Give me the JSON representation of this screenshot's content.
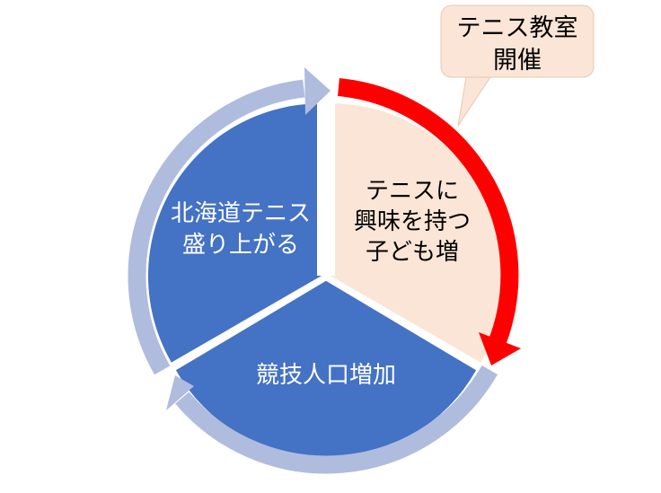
{
  "callout": {
    "line1": "テニス教室",
    "line2": "開催"
  },
  "segments": [
    {
      "id": "right",
      "lines": [
        "テニスに",
        "興味を持つ",
        "子ども増"
      ]
    },
    {
      "id": "bottom",
      "lines": [
        "競技人口増加"
      ]
    },
    {
      "id": "left",
      "lines": [
        "北海道テニス",
        "盛り上がる"
      ]
    }
  ],
  "colors": {
    "segment_highlight": "#FBE5D6",
    "segment_blue": "#4472C4",
    "arrow_light": "#AFBCDE",
    "arrow_red": "#FF0000",
    "callout_fill": "#FBE5D6",
    "callout_stroke": "#E8C8B0",
    "text_dark": "#000000",
    "text_light": "#FFFFFF"
  },
  "icons": {
    "cycle_arrow": "curved-arrow-icon",
    "callout": "speech-bubble-icon"
  }
}
